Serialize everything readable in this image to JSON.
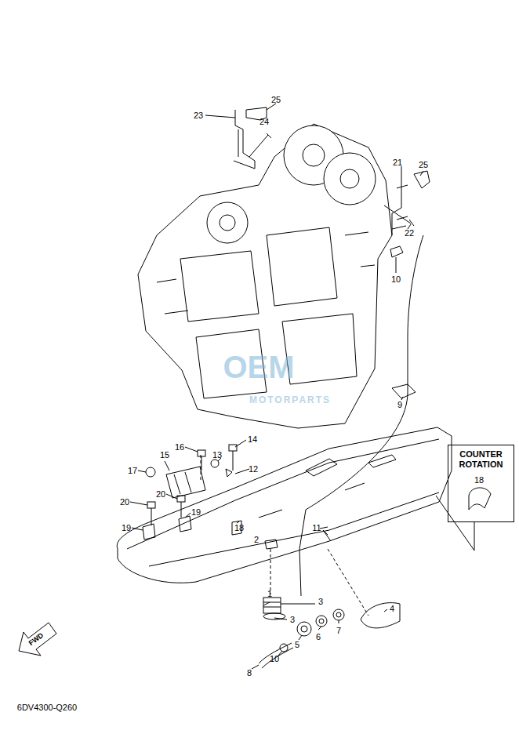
{
  "diagram": {
    "nodes": [
      {
        "text": [
          "COUNTER ROTATION"
        ]
      }
    ],
    "labels": [
      "25",
      "23",
      "24",
      "25",
      "21",
      "22",
      "10",
      "9",
      "16",
      "14",
      "13",
      "15",
      "12",
      "17",
      "20",
      "20",
      "19",
      "19",
      "18",
      "2",
      "11",
      "1",
      "3",
      "3",
      "4",
      "7",
      "6",
      "5",
      "10",
      "8",
      "18",
      "FWD",
      "6DV4300-Q260",
      "OEM",
      "MOTORPARTS"
    ]
  }
}
